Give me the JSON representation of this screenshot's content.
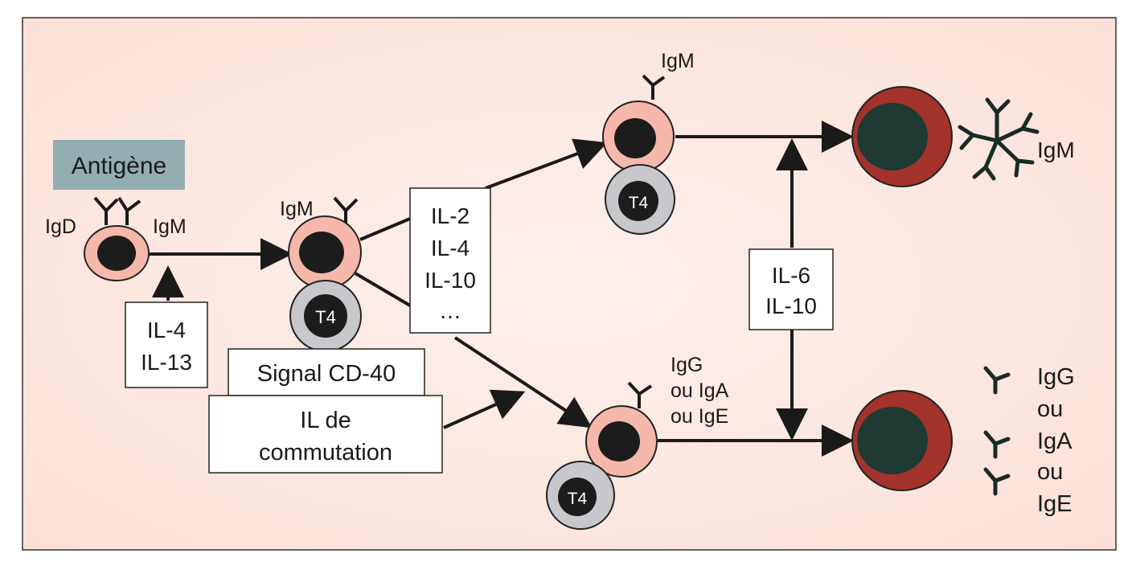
{
  "antigen_label": "Antigène",
  "naive_cell": {
    "left_label": "IgD",
    "right_label": "IgM"
  },
  "il_box_1": {
    "line1": "IL-4",
    "line2": "IL-13"
  },
  "activated_cell": {
    "label": "IgM"
  },
  "helper_t_label": "T4",
  "signal_box": "Signal CD-40",
  "switch_box": {
    "line1": "IL de",
    "line2": "commutation"
  },
  "il_box_2": {
    "line1": "IL-2",
    "line2": "IL-4",
    "line3": "IL-10",
    "line4": "…"
  },
  "upper_cell": {
    "label": "IgM"
  },
  "lower_cell": {
    "line1": "IgG",
    "line2": "ou IgA",
    "line3": "ou IgE"
  },
  "il_box_3": {
    "line1": "IL-6",
    "line2": "IL-10"
  },
  "pentamer_label": "IgM",
  "secreted_list": {
    "l1": "IgG",
    "l2": "ou",
    "l3": "IgA",
    "l4": "ou",
    "l5": "IgE"
  },
  "colors": {
    "background": "#fbe3dc",
    "cell_pink": "#f6b8aa",
    "nucleus": "#1c1c1c",
    "t4_gray": "#c8c8cc",
    "plasma_outer": "#a3332b",
    "plasma_inner": "#1f3a32",
    "antigen_box": "#93aeb0",
    "antibody": "#1a2b26"
  }
}
